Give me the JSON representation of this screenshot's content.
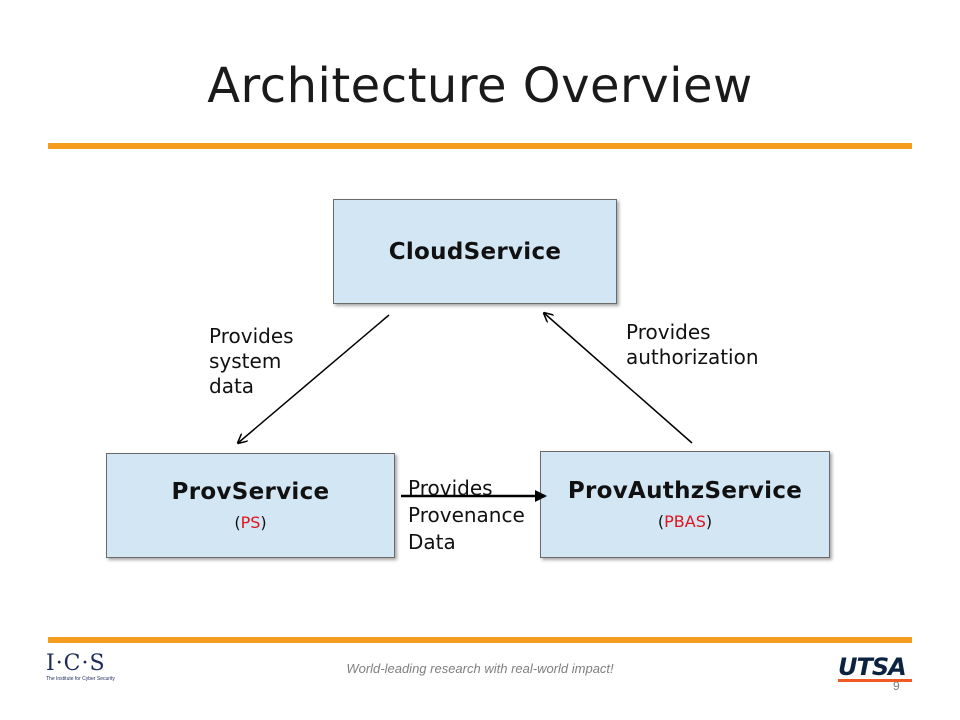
{
  "slide": {
    "title": "Architecture Overview",
    "footer_tagline": "World-leading research with real-world impact!",
    "page_number": "9"
  },
  "diagram": {
    "nodes": {
      "cloud": {
        "title": "CloudService"
      },
      "prov": {
        "title": "ProvService",
        "abbr_open": "(",
        "abbr": "PS",
        "abbr_close": ")"
      },
      "authz": {
        "title": "ProvAuthzService",
        "abbr_open": "(",
        "abbr": "PBAS",
        "abbr_close": ")"
      }
    },
    "edges": {
      "system_data": {
        "lines": [
          "Provides",
          "system",
          "data"
        ],
        "from": "CloudService",
        "to": "ProvService"
      },
      "authorization": {
        "lines": [
          "Provides",
          "authorization"
        ],
        "from": "ProvAuthzService",
        "to": "CloudService"
      },
      "provenance": {
        "lines": [
          "Provides",
          "Provenance",
          "Data"
        ],
        "from": "ProvService",
        "to": "ProvAuthzService"
      }
    }
  },
  "logos": {
    "left": {
      "mark": "I·C·S",
      "subtitle": "The Institute for Cyber Security"
    },
    "right": {
      "mark": "UTSA"
    }
  },
  "colors": {
    "accent_rule": "#f39c1d",
    "box_fill": "#d3e6f4",
    "abbr_red": "#e0141e"
  }
}
